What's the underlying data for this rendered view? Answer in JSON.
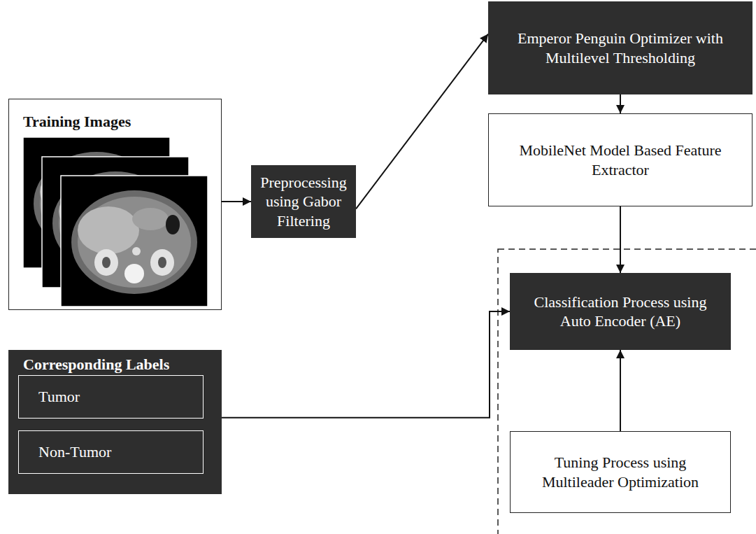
{
  "diagram": {
    "nodes": [
      {
        "text": [
          "Training Images"
        ]
      },
      {
        "text": [
          "Preprocessing using Gabor Filtering"
        ]
      },
      {
        "text": [
          "Emperor Penguin Optimizer with Multilevel Thresholding"
        ]
      },
      {
        "text": [
          "MobileNet Model Based Feature Extractor"
        ]
      },
      {
        "text": [
          "Corresponding Labels"
        ]
      },
      {
        "text": [
          "Tumor"
        ],
        "in": 4
      },
      {
        "text": [
          "Non-Tumor"
        ],
        "in": 4
      },
      {
        "text": [
          "Classification Process using Auto Encoder (AE)"
        ]
      },
      {
        "text": [
          "Tuning Process using Multileader Optimization"
        ]
      }
    ],
    "edges": [
      {
        "from": 0,
        "to": 1,
        "arrow": "to"
      },
      {
        "from": 1,
        "to": 2,
        "arrow": "to"
      },
      {
        "from": 2,
        "to": 3,
        "arrow": "to"
      },
      {
        "from": 3,
        "to": 7,
        "arrow": "to"
      },
      {
        "from": 4,
        "to": 7,
        "arrow": "to"
      },
      {
        "from": 8,
        "to": 7,
        "arrow": "to"
      }
    ]
  }
}
